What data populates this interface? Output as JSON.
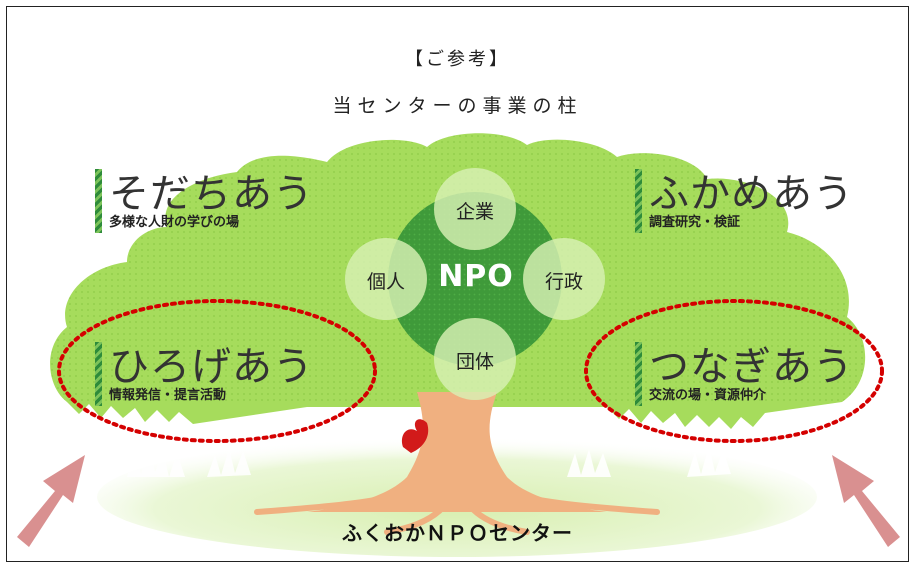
{
  "header": {
    "title": "【ご参考】",
    "subtitle": "当センターの事業の柱"
  },
  "pillars": [
    {
      "id": "sodachiau",
      "name": "そだちあう",
      "desc": "多様な人財の学びの場",
      "circled": false
    },
    {
      "id": "fukameau",
      "name": "ふかめあう",
      "desc": "調査研究・検証",
      "circled": false
    },
    {
      "id": "hirogeau",
      "name": "ひろげあう",
      "desc": "情報発信・提言活動",
      "circled": true
    },
    {
      "id": "tsunagiau",
      "name": "つなぎあう",
      "desc": "交流の場・資源仲介",
      "circled": true
    }
  ],
  "center": {
    "core": "NPO",
    "top": "企業",
    "left": "個人",
    "right": "行政",
    "bottom": "団体"
  },
  "footer": {
    "logo_text": "ふくおかＮＰＯセンター"
  },
  "colors": {
    "canopy": "#a6dc5c",
    "core_green": "#3f9a3a",
    "trunk": "#f0b080",
    "highlight_dotted": "#d40000",
    "arrow": "#d99090"
  }
}
